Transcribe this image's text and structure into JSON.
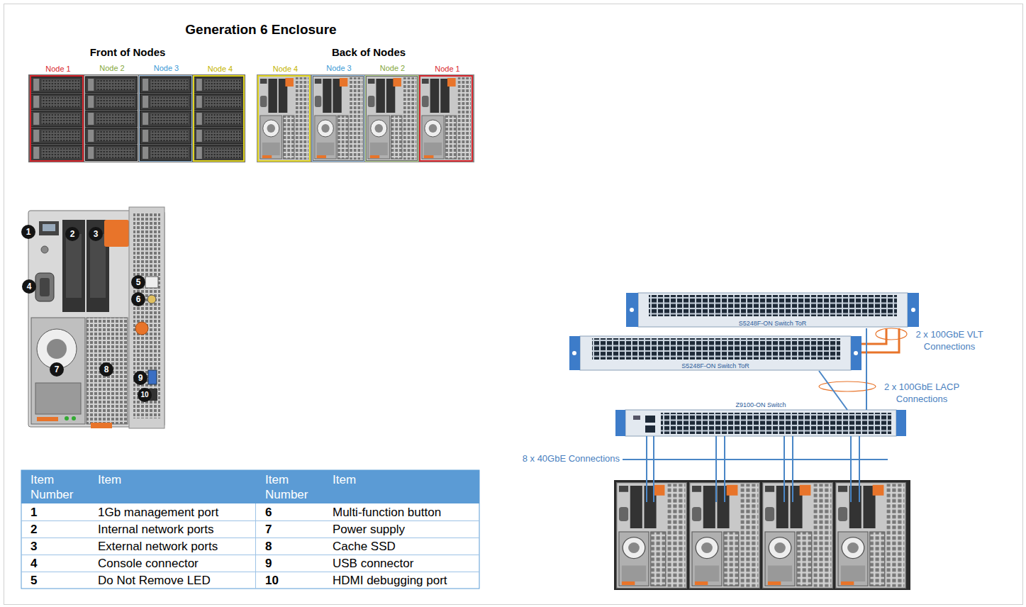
{
  "diagram": {
    "title": "Generation 6 Enclosure",
    "nodes": [
      {
        "text": [
          "Node 1"
        ]
      },
      {
        "text": [
          "Node 2"
        ]
      },
      {
        "text": [
          "Node 3"
        ]
      },
      {
        "text": [
          "Node 4"
        ]
      },
      {
        "text": [
          "Node 4"
        ]
      },
      {
        "text": [
          "Node 3"
        ]
      },
      {
        "text": [
          "Node 2"
        ]
      },
      {
        "text": [
          "Node 1"
        ]
      },
      {
        "text": [
          "S5248F-ON Switch ToR"
        ]
      },
      {
        "text": [
          "S5248F-ON Switch ToR"
        ]
      },
      {
        "text": [
          "Z9100-ON Switch"
        ]
      }
    ],
    "edges": [
      {
        "from": 9,
        "to": 8,
        "arrow": "none"
      },
      {
        "from": 9,
        "to": 8,
        "arrow": "none"
      },
      {
        "from": 8,
        "to": 10,
        "arrow": "none"
      },
      {
        "from": 9,
        "to": 10,
        "arrow": "none"
      }
    ],
    "labels": [
      "Front of Nodes",
      "Back of Nodes",
      "1",
      "2",
      "3",
      "4",
      "5",
      "6",
      "7",
      "8",
      "9",
      "10",
      "Item Number",
      "Item",
      "Item Number",
      "Item",
      "1",
      "1Gb management port",
      "6",
      "Multi-function button",
      "2",
      "Internal network ports",
      "7",
      "Power supply",
      "3",
      "External network ports",
      "8",
      "Cache SSD",
      "4",
      "Console connector",
      "9",
      "USB connector",
      "5",
      "Do Not Remove LED",
      "10",
      "HDMI debugging port",
      "2 x 100GbE VLT Connections",
      "2 x 100GbE LACP Connections",
      "8 x 40GbE Connections"
    ]
  }
}
